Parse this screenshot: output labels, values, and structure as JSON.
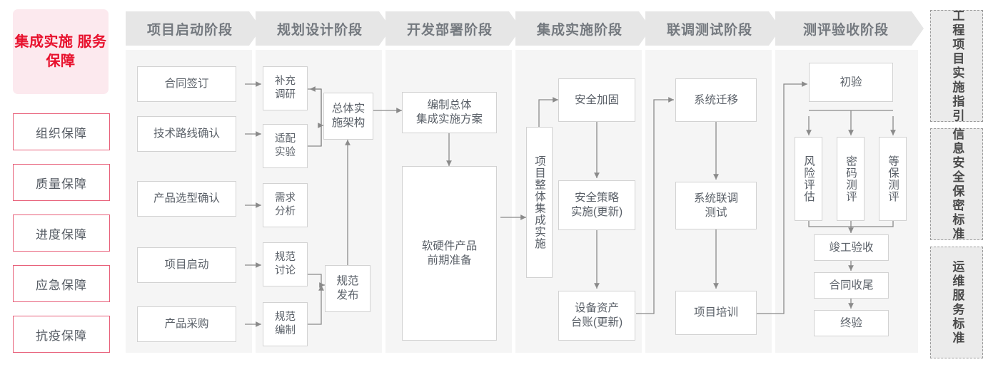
{
  "left_rail": {
    "hero_label": "集成实施\n服务保障",
    "hero_color": "#e8112d",
    "items": [
      {
        "label": "组织保障"
      },
      {
        "label": "质量保障"
      },
      {
        "label": "进度保障"
      },
      {
        "label": "应急保障"
      },
      {
        "label": "抗疫保障"
      }
    ]
  },
  "phases": [
    {
      "label": "项目启动阶段"
    },
    {
      "label": "规划设计阶段"
    },
    {
      "label": "开发部署阶段"
    },
    {
      "label": "集成实施阶段"
    },
    {
      "label": "联调测试阶段"
    },
    {
      "label": "测评验收阶段"
    }
  ],
  "right_rail": {
    "items": [
      {
        "label": "工程项目实施指引"
      },
      {
        "label": "信息安全保密标准"
      },
      {
        "label": "运维服务标准"
      }
    ]
  },
  "nodes": {
    "p1": [
      {
        "label": "合同签订"
      },
      {
        "label": "技术路线确认"
      },
      {
        "label": "产品选型确认"
      },
      {
        "label": "项目启动"
      },
      {
        "label": "产品采购"
      }
    ],
    "p2_left": [
      {
        "label": "补充\n调研"
      },
      {
        "label": "适配\n实验"
      },
      {
        "label": "需求\n分析"
      },
      {
        "label": "规范\n讨论"
      },
      {
        "label": "规范\n编制"
      }
    ],
    "p2_right": [
      {
        "label": "总体实\n施架构"
      },
      {
        "label": "规范\n发布"
      }
    ],
    "p3": [
      {
        "label": "编制总体\n集成实施方案"
      },
      {
        "label": "软硬件产品\n前期准备"
      }
    ],
    "p4_spine": {
      "label": "项目整体集成实施"
    },
    "p4": [
      {
        "label": "安全加固"
      },
      {
        "label": "安全策略\n实施(更新)"
      },
      {
        "label": "设备资产\n台账(更新)"
      }
    ],
    "p5": [
      {
        "label": "系统迁移"
      },
      {
        "label": "系统联调\n测试"
      },
      {
        "label": "项目培训"
      }
    ],
    "p6_top": {
      "label": "初验"
    },
    "p6_tests": [
      {
        "label": "风险评估"
      },
      {
        "label": "密码测评"
      },
      {
        "label": "等保测评"
      }
    ],
    "p6_tail": [
      {
        "label": "竣工验收"
      },
      {
        "label": "合同收尾"
      },
      {
        "label": "终验"
      }
    ]
  },
  "colors": {
    "accent_red": "#e8112d",
    "hero_bg": "#fce9ee",
    "panel_bg": "#f5f5f5",
    "header_bg": "#e6e6e6",
    "node_border": "#d2d2d2",
    "wire": "#8a8a8a",
    "text": "#5a6068"
  }
}
